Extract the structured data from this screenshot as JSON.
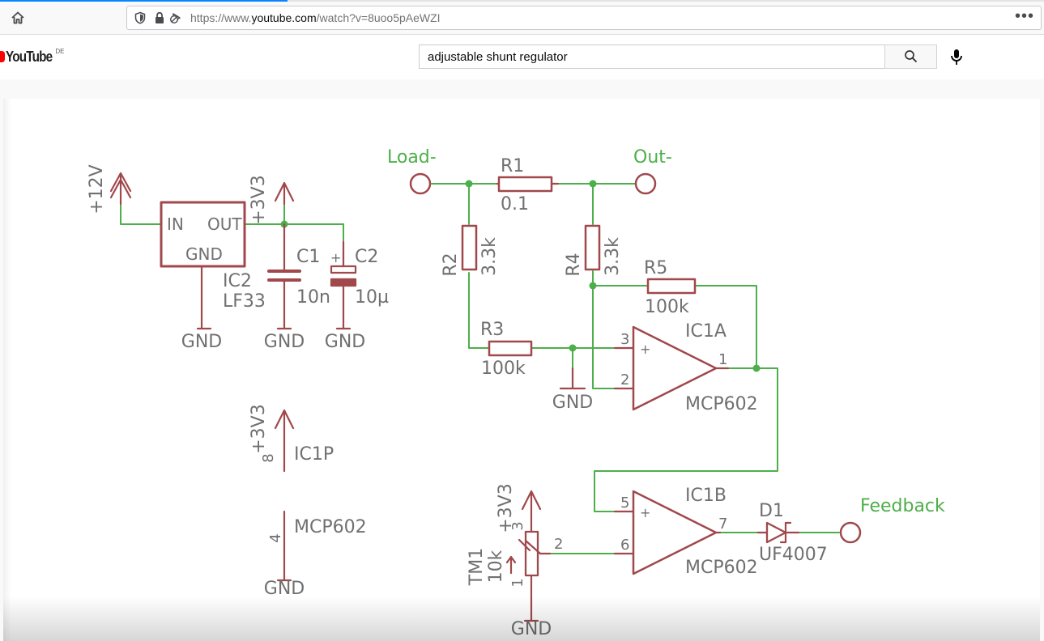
{
  "browser": {
    "url": "https://www.youtube.com/watch?v=8uoo5pAeWZI",
    "url_prefix": "https://www.",
    "url_host": "youtube.com",
    "url_path": "/watch?v=8uoo5pAeWZI",
    "menu_label": "•••",
    "icons": [
      "home-icon",
      "shield-icon",
      "lock-icon",
      "autoplay-blocked-icon",
      "more-menu-icon"
    ]
  },
  "youtube": {
    "logo_text": "YouTube",
    "country_code": "DE",
    "search_query": "adjustable shunt regulator",
    "brand_color": "#ff0000",
    "icons": [
      "youtube-logo-icon",
      "search-icon",
      "microphone-icon"
    ]
  },
  "schematic": {
    "wire_color": "#4daf4a",
    "part_color": "#a0484c",
    "label_color": "#707070",
    "net_label_color": "#4daf4a",
    "labels": [
      "+12V",
      "IN",
      "OUT",
      "GND",
      "IC2",
      "LF33",
      "+3V3",
      "C1",
      "10n",
      "+",
      "C2",
      "10µ",
      "GND",
      "GND",
      "GND",
      "Load-",
      "Out-",
      "R1",
      "0.1",
      "R2",
      "3.3k",
      "R4",
      "3.3k",
      "R5",
      "100k",
      "R3",
      "100k",
      "GND",
      "IC1A",
      "3",
      "+",
      "2",
      "1",
      "MCP602",
      "+3V3",
      "8",
      "IC1P",
      "4",
      "MCP602",
      "GND",
      "IC1B",
      "5",
      "+",
      "6",
      "7",
      "MCP602",
      "D1",
      "UF4007",
      "Feedback",
      "+3V3",
      "3",
      "2",
      "TM1",
      "10k",
      "1",
      "GND"
    ]
  }
}
